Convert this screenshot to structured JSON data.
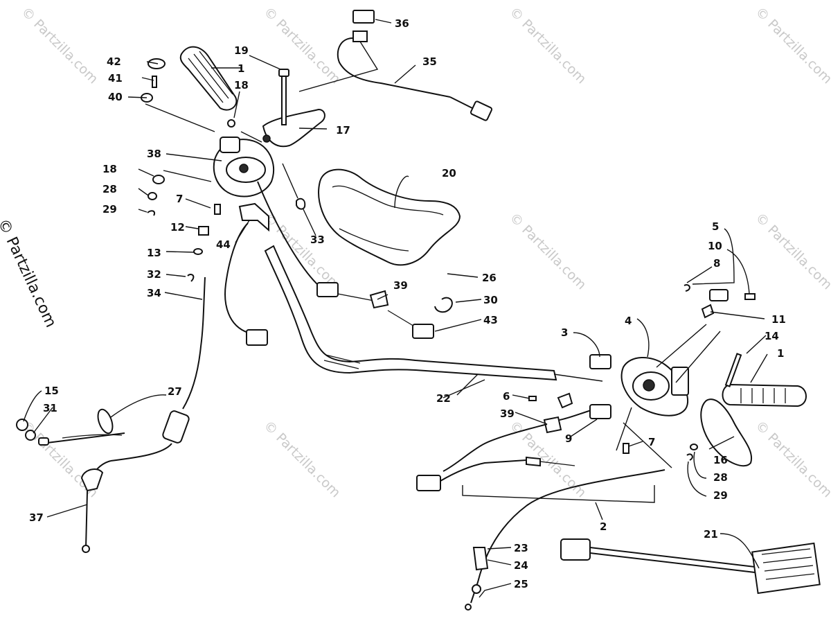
{
  "side_copyright": "© Partzilla.com",
  "watermark_text": "© Partzilla.com",
  "callouts": [
    "1",
    "1",
    "2",
    "3",
    "4",
    "5",
    "6",
    "7",
    "7",
    "8",
    "9",
    "10",
    "11",
    "12",
    "13",
    "14",
    "15",
    "16",
    "17",
    "18",
    "18",
    "19",
    "20",
    "21",
    "22",
    "23",
    "24",
    "25",
    "26",
    "27",
    "28",
    "28",
    "29",
    "29",
    "30",
    "31",
    "32",
    "33",
    "34",
    "35",
    "36",
    "37",
    "38",
    "39",
    "39",
    "40",
    "41",
    "42",
    "43",
    "44"
  ],
  "colors": {
    "line": "#111111",
    "watermark": "#c9c9c9",
    "background": "#ffffff"
  }
}
